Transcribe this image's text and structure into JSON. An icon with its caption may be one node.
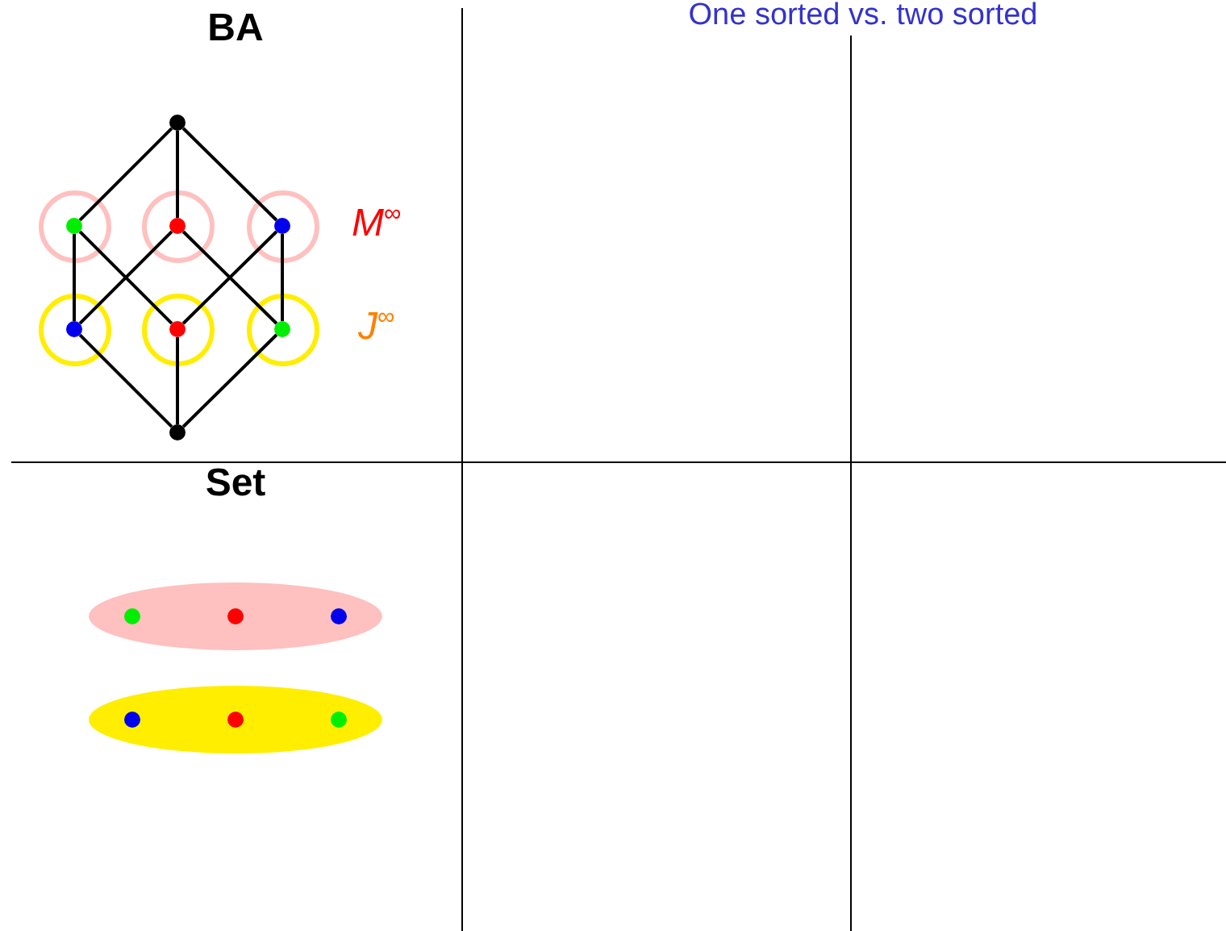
{
  "diagram": {
    "title": "One sorted vs. two sorted",
    "nodes": [
      {
        "text": [],
        "shape": "circle"
      },
      {
        "text": [],
        "shape": "circle"
      },
      {
        "text": [],
        "shape": "circle",
        "in": 1
      },
      {
        "text": [],
        "shape": "circle"
      },
      {
        "text": [],
        "shape": "circle",
        "in": 3
      },
      {
        "text": [],
        "shape": "circle"
      },
      {
        "text": [],
        "shape": "circle",
        "in": 5
      },
      {
        "text": [],
        "shape": "circle"
      },
      {
        "text": [],
        "shape": "circle",
        "in": 7
      },
      {
        "text": [],
        "shape": "circle"
      },
      {
        "text": [],
        "shape": "circle",
        "in": 9
      },
      {
        "text": [],
        "shape": "circle"
      },
      {
        "text": [],
        "shape": "circle",
        "in": 11
      },
      {
        "text": [],
        "shape": "circle"
      },
      {
        "text": [],
        "shape": "ellipse"
      },
      {
        "text": [],
        "shape": "circle",
        "in": 14
      },
      {
        "text": [],
        "shape": "circle",
        "in": 14
      },
      {
        "text": [],
        "shape": "circle",
        "in": 14
      },
      {
        "text": [],
        "shape": "ellipse"
      },
      {
        "text": [],
        "shape": "circle",
        "in": 18
      },
      {
        "text": [],
        "shape": "circle",
        "in": 18
      },
      {
        "text": [],
        "shape": "circle",
        "in": 18
      }
    ],
    "edges": [
      {
        "from": 0,
        "to": 2,
        "arrow": "none"
      },
      {
        "from": 0,
        "to": 4,
        "arrow": "none"
      },
      {
        "from": 0,
        "to": 6,
        "arrow": "none"
      },
      {
        "from": 2,
        "to": 8,
        "arrow": "none"
      },
      {
        "from": 2,
        "to": 10,
        "arrow": "none"
      },
      {
        "from": 4,
        "to": 8,
        "arrow": "none"
      },
      {
        "from": 4,
        "to": 12,
        "arrow": "none"
      },
      {
        "from": 6,
        "to": 10,
        "arrow": "none"
      },
      {
        "from": 6,
        "to": 12,
        "arrow": "none"
      },
      {
        "from": 8,
        "to": 13,
        "arrow": "none"
      },
      {
        "from": 10,
        "to": 13,
        "arrow": "none"
      },
      {
        "from": 12,
        "to": 13,
        "arrow": "none"
      }
    ],
    "labels": [
      "BA",
      "M$^{∞}$",
      "J$^{∞}$",
      "Set"
    ]
  }
}
